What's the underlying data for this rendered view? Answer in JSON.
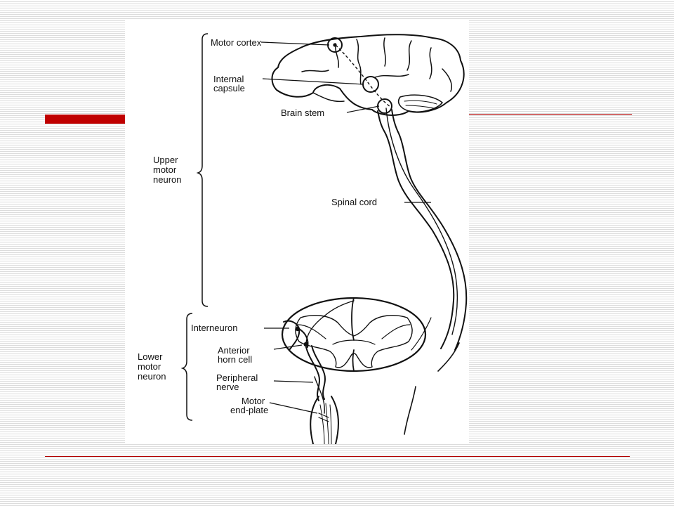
{
  "labels": {
    "motor_cortex": "Motor cortex",
    "internal_capsule": [
      "Internal",
      "capsule"
    ],
    "brain_stem": "Brain stem",
    "spinal_cord": "Spinal cord",
    "upper_motor_neuron": [
      "Upper",
      "motor",
      "neuron"
    ],
    "interneuron": "Interneuron",
    "anterior_horn_cell": [
      "Anterior",
      "horn cell"
    ],
    "lower_motor_neuron": [
      "Lower",
      "motor",
      "neuron"
    ],
    "peripheral_nerve": [
      "Peripheral",
      "nerve"
    ],
    "motor_end_plate": [
      "Motor",
      "end-plate"
    ]
  }
}
